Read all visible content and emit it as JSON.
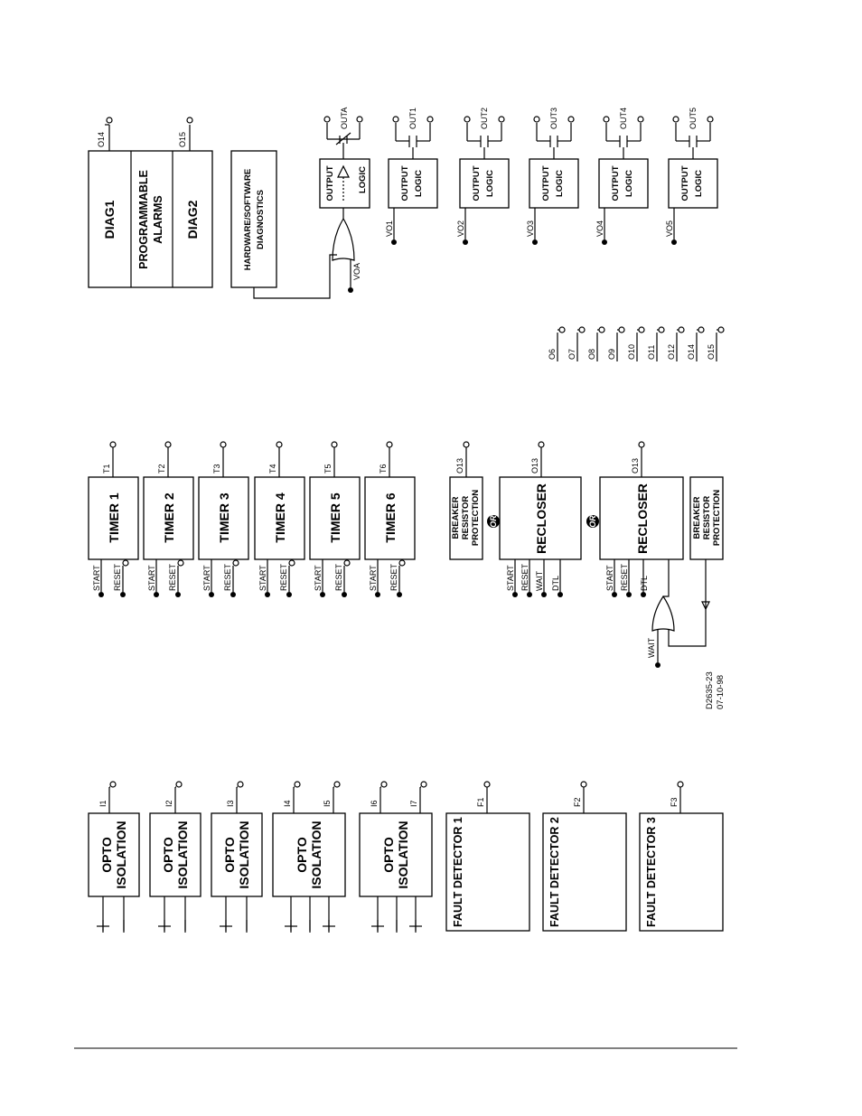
{
  "diag": {
    "diag1": "DIAG1",
    "prog1": "PROGRAMMABLE",
    "prog2": "ALARMS",
    "diag2": "DIAG2",
    "o14": "O14",
    "o15": "O15",
    "hw1": "HARDWARE/SOFTWARE",
    "hw2": "DIAGNOSTICS",
    "voa": "VOA",
    "outa": "OUTA"
  },
  "output_logic": {
    "line1": "OUTPUT",
    "line2": "LOGIC"
  },
  "outputs": [
    {
      "out": "OUT1",
      "vo": "VO1"
    },
    {
      "out": "OUT2",
      "vo": "VO2"
    },
    {
      "out": "OUT3",
      "vo": "VO3"
    },
    {
      "out": "OUT4",
      "vo": "VO4"
    },
    {
      "out": "OUT5",
      "vo": "VO5"
    }
  ],
  "o_terminals": [
    "O6",
    "O7",
    "O8",
    "O9",
    "O10",
    "O11",
    "O12",
    "O14",
    "O15"
  ],
  "timers": [
    {
      "title": "TIMER 1",
      "out": "T1"
    },
    {
      "title": "TIMER 2",
      "out": "T2"
    },
    {
      "title": "TIMER 3",
      "out": "T3"
    },
    {
      "title": "TIMER 4",
      "out": "T4"
    },
    {
      "title": "TIMER 5",
      "out": "T5"
    },
    {
      "title": "TIMER 6",
      "out": "T6"
    }
  ],
  "pins": {
    "start": "START",
    "reset": "RESET",
    "wait": "WAIT",
    "dtl": "DTL"
  },
  "breaker": {
    "l1": "BREAKER",
    "l2": "RESISTOR",
    "l3": "PROTECTION",
    "out": "O13"
  },
  "recloser": {
    "title": "RECLOSER",
    "out": "O13"
  },
  "or_badge": "OR",
  "doc_id": {
    "line1": "D2635-23",
    "line2": "07-10-98"
  },
  "opto": [
    {
      "title1": "OPTO",
      "title2": "ISOLATION",
      "outs": [
        "I1"
      ]
    },
    {
      "title1": "OPTO",
      "title2": "ISOLATION",
      "outs": [
        "I2"
      ]
    },
    {
      "title1": "OPTO",
      "title2": "ISOLATION",
      "outs": [
        "I3"
      ]
    },
    {
      "title1": "OPTO",
      "title2": "ISOLATION",
      "outs": [
        "I4",
        "I5"
      ]
    },
    {
      "title1": "OPTO",
      "title2": "ISOLATION",
      "outs": [
        "I6",
        "I7"
      ]
    }
  ],
  "fault": [
    {
      "title": "FAULT DETECTOR 1",
      "out": "F1"
    },
    {
      "title": "FAULT DETECTOR 2",
      "out": "F2"
    },
    {
      "title": "FAULT DETECTOR 3",
      "out": "F3"
    }
  ]
}
